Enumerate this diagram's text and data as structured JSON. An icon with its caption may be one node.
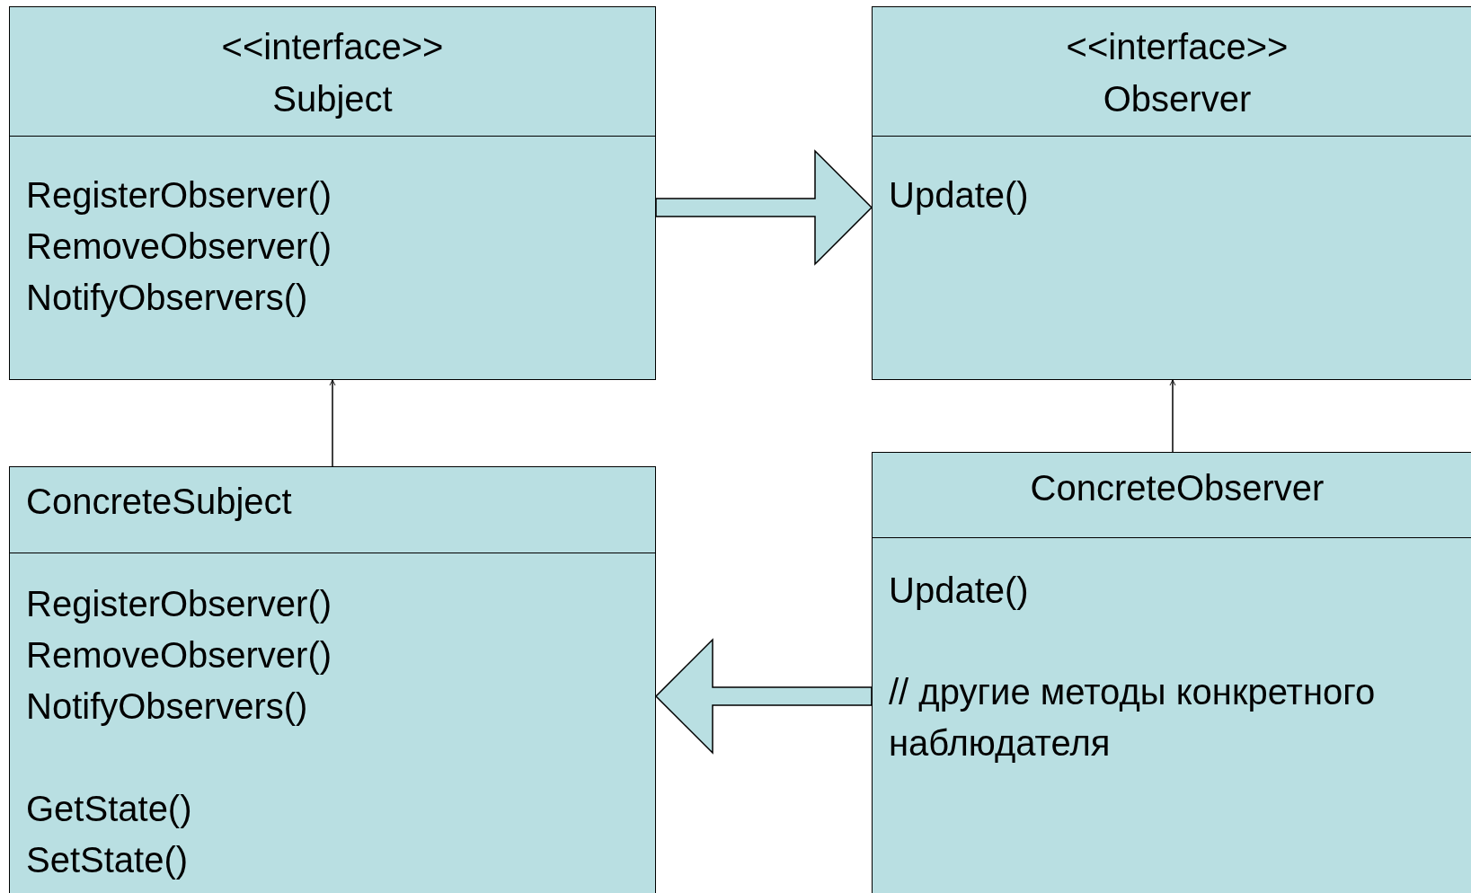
{
  "diagram": {
    "nodes": [
      {
        "text": [
          "<<interface>>",
          "Subject",
          "RegisterObserver()",
          "RemoveObserver()",
          "NotifyObservers()"
        ]
      },
      {
        "text": [
          "<<interface>>",
          "Observer",
          "Update()"
        ]
      },
      {
        "text": [
          "ConcreteSubject",
          "RegisterObserver()",
          "RemoveObserver()",
          "NotifyObservers()",
          "GetState()",
          "SetState()"
        ]
      },
      {
        "text": [
          "ConcreteObserver",
          "Update()",
          "// другие методы конкретного наблюдателя"
        ]
      }
    ],
    "edges": [
      {
        "from": 0,
        "to": 1,
        "arrow": "to",
        "style": "thick"
      },
      {
        "from": 2,
        "to": 0,
        "arrow": "to"
      },
      {
        "from": 3,
        "to": 1,
        "arrow": "to"
      },
      {
        "from": 3,
        "to": 2,
        "arrow": "to",
        "style": "thick"
      }
    ]
  }
}
